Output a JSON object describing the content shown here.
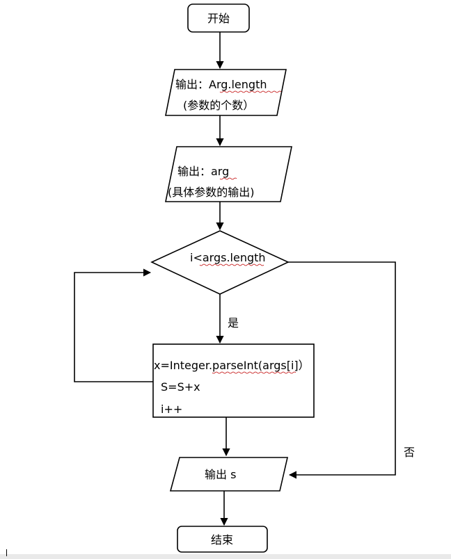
{
  "flowchart": {
    "start": {
      "label": "开始"
    },
    "output_count": {
      "line1": "输出：Arg.length",
      "line2": "(参数的个数）"
    },
    "output_args": {
      "line1": "输出：arg",
      "line2": "(具体参数的输出)"
    },
    "decision": {
      "label": "i<args.length"
    },
    "yes_label": "是",
    "no_label": "否",
    "process": {
      "line1": "x=Integer.parseInt(args[i]）",
      "line2": "S=S+x",
      "line3": "i++"
    },
    "output_s": {
      "label": "输出 s"
    },
    "end": {
      "label": "结束"
    }
  },
  "colors": {
    "stroke": "#000000",
    "background": "#ffffff",
    "spellcheck_underline": "#c00000"
  }
}
